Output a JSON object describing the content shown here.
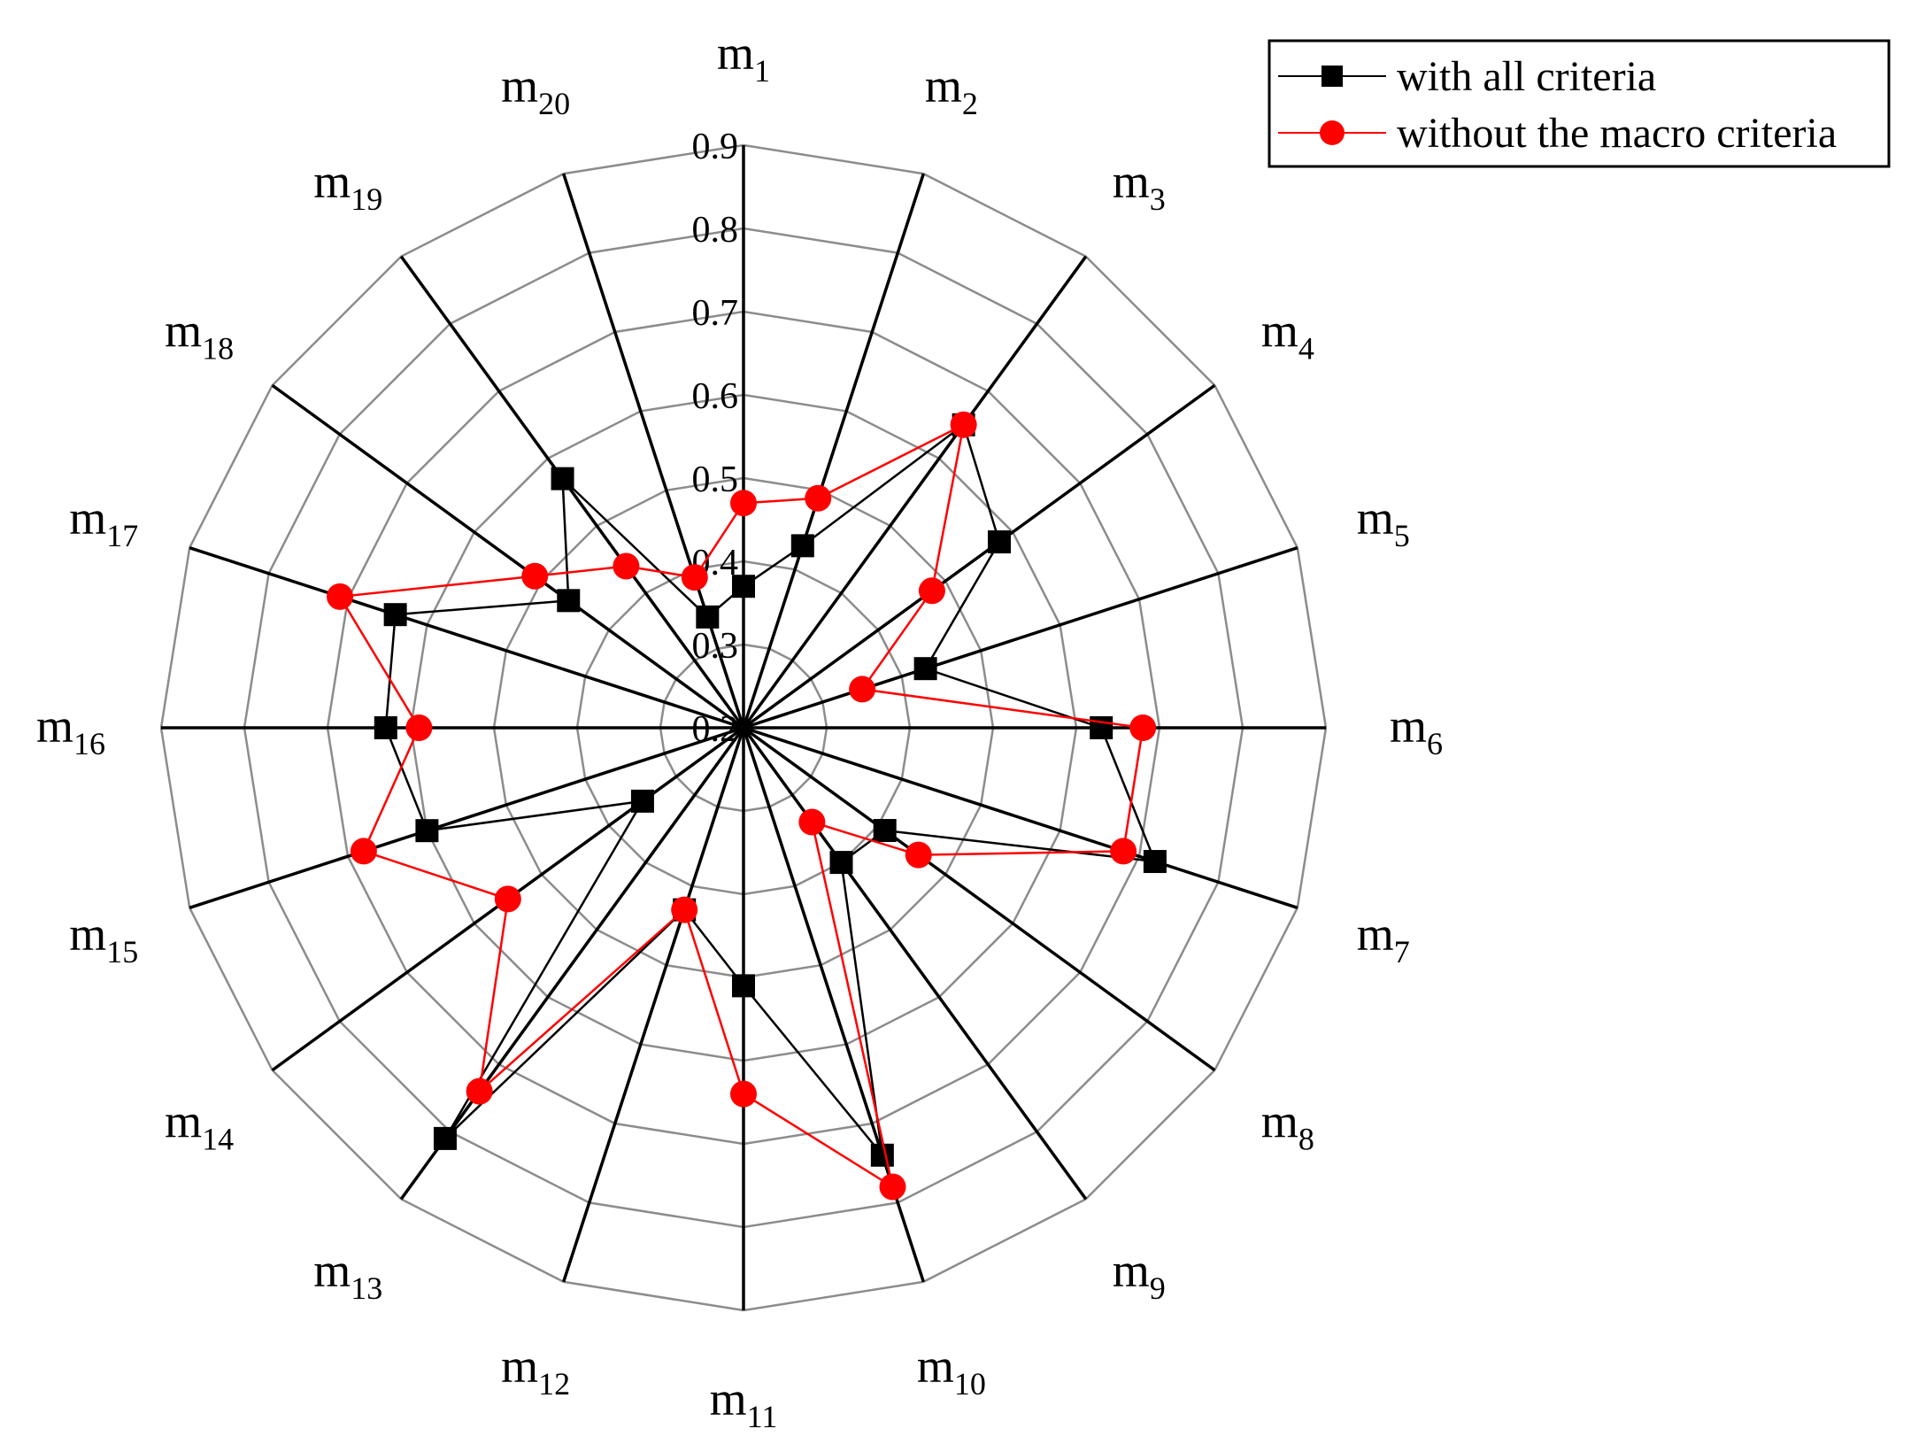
{
  "chart_data": {
    "type": "radar",
    "categories": [
      "m1",
      "m2",
      "m3",
      "m4",
      "m5",
      "m6",
      "m7",
      "m8",
      "m9",
      "m10",
      "m11",
      "m12",
      "m13",
      "m14",
      "m15",
      "m16",
      "m17",
      "m18",
      "m19",
      "m20"
    ],
    "category_labels": [
      {
        "base": "m",
        "sub": "1"
      },
      {
        "base": "m",
        "sub": "2"
      },
      {
        "base": "m",
        "sub": "3"
      },
      {
        "base": "m",
        "sub": "4"
      },
      {
        "base": "m",
        "sub": "5"
      },
      {
        "base": "m",
        "sub": "6"
      },
      {
        "base": "m",
        "sub": "7"
      },
      {
        "base": "m",
        "sub": "8"
      },
      {
        "base": "m",
        "sub": "9"
      },
      {
        "base": "m",
        "sub": "10"
      },
      {
        "base": "m",
        "sub": "11"
      },
      {
        "base": "m",
        "sub": "12"
      },
      {
        "base": "m",
        "sub": "13"
      },
      {
        "base": "m",
        "sub": "14"
      },
      {
        "base": "m",
        "sub": "15"
      },
      {
        "base": "m",
        "sub": "16"
      },
      {
        "base": "m",
        "sub": "17"
      },
      {
        "base": "m",
        "sub": "18"
      },
      {
        "base": "m",
        "sub": "19"
      },
      {
        "base": "m",
        "sub": "20"
      }
    ],
    "radial_ticks": [
      "0.2",
      "0.3",
      "0.4",
      "0.5",
      "0.6",
      "0.7",
      "0.8",
      "0.9"
    ],
    "r_range": [
      0.2,
      0.9
    ],
    "grid_rings": 7,
    "series": [
      {
        "name": "with all criteria",
        "color": "#000000",
        "marker": "square",
        "values": [
          0.37,
          0.43,
          0.65,
          0.58,
          0.43,
          0.63,
          0.72,
          0.41,
          0.4,
          0.74,
          0.51,
          0.43,
          0.81,
          0.35,
          0.6,
          0.63,
          0.64,
          0.46,
          0.57,
          0.34
        ]
      },
      {
        "name": "without the macro criteria",
        "color": "#ff0000",
        "marker": "circle",
        "values": [
          0.47,
          0.49,
          0.65,
          0.48,
          0.35,
          0.68,
          0.68,
          0.46,
          0.34,
          0.78,
          0.64,
          0.43,
          0.74,
          0.55,
          0.68,
          0.59,
          0.71,
          0.51,
          0.44,
          0.39
        ]
      }
    ],
    "legend_position": "top-right"
  }
}
